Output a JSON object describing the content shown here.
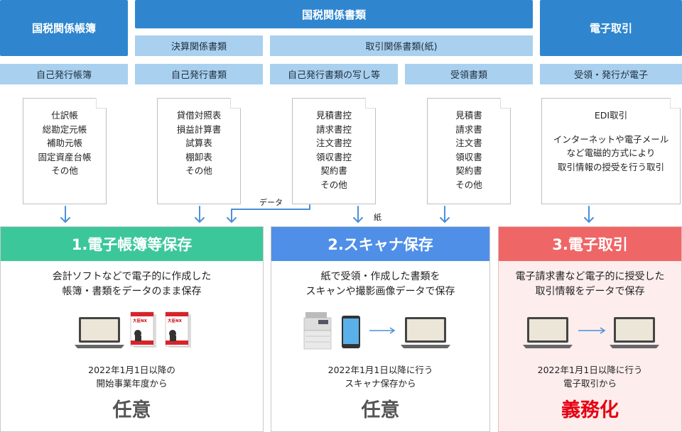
{
  "headers": {
    "ledger": "国税関係帳簿",
    "documents": "国税関係書類",
    "edi": "電子取引"
  },
  "subheaders": {
    "settlement": "決算関係書類",
    "transaction": "取引関係書類(紙)"
  },
  "row3": {
    "ledger": "自己発行帳簿",
    "settlement": "自己発行書類",
    "copies": "自己発行書類の写し等",
    "received": "受領書類",
    "edi": "受領・発行が電子"
  },
  "docs": {
    "ledger": [
      "仕訳帳",
      "総勘定元帳",
      "補助元帳",
      "固定資産台帳",
      "その他"
    ],
    "settlement": [
      "貸借対照表",
      "損益計算書",
      "試算表",
      "棚卸表",
      "その他"
    ],
    "copies": [
      "見積書控",
      "請求書控",
      "注文書控",
      "領収書控",
      "契約書",
      "その他"
    ],
    "received": [
      "見積書",
      "請求書",
      "注文書",
      "領収書",
      "契約書",
      "その他"
    ],
    "edi": [
      "EDI取引",
      "",
      "インターネットや電子メール",
      "など電磁的方式により",
      "取引情報の授受を行う取引"
    ]
  },
  "labels": {
    "data": "データ",
    "paper": "紙"
  },
  "panels": [
    {
      "title": "1.電子帳簿等保存",
      "desc": [
        "会計ソフトなどで電子的に作成した",
        "帳簿・書類をデータのまま保存"
      ],
      "date": [
        "2022年1月1日以降の",
        "開始事業年度から"
      ],
      "verdict": "任意",
      "product1": "大臣NX",
      "product2": "大臣NX"
    },
    {
      "title": "2.スキャナ保存",
      "desc": [
        "紙で受領・作成した書類を",
        "スキャンや撮影画像データで保存"
      ],
      "date": [
        "2022年1月1日以降に行う",
        "スキャナ保存から"
      ],
      "verdict": "任意"
    },
    {
      "title": "3.電子取引",
      "desc": [
        "電子請求書など電子的に授受した",
        "取引情報をデータで保存"
      ],
      "date": [
        "2022年1月1日以降に行う",
        "電子取引から"
      ],
      "verdict": "義務化"
    }
  ],
  "colors": {
    "header": "#2f86cf",
    "subheader": "#a9d0ee",
    "green": "#3cc79a",
    "blue": "#4f8fe8",
    "red": "#ef6666",
    "verdict_gray": "#555555",
    "verdict_red": "#e60012",
    "arrow": "#4a90d9"
  }
}
